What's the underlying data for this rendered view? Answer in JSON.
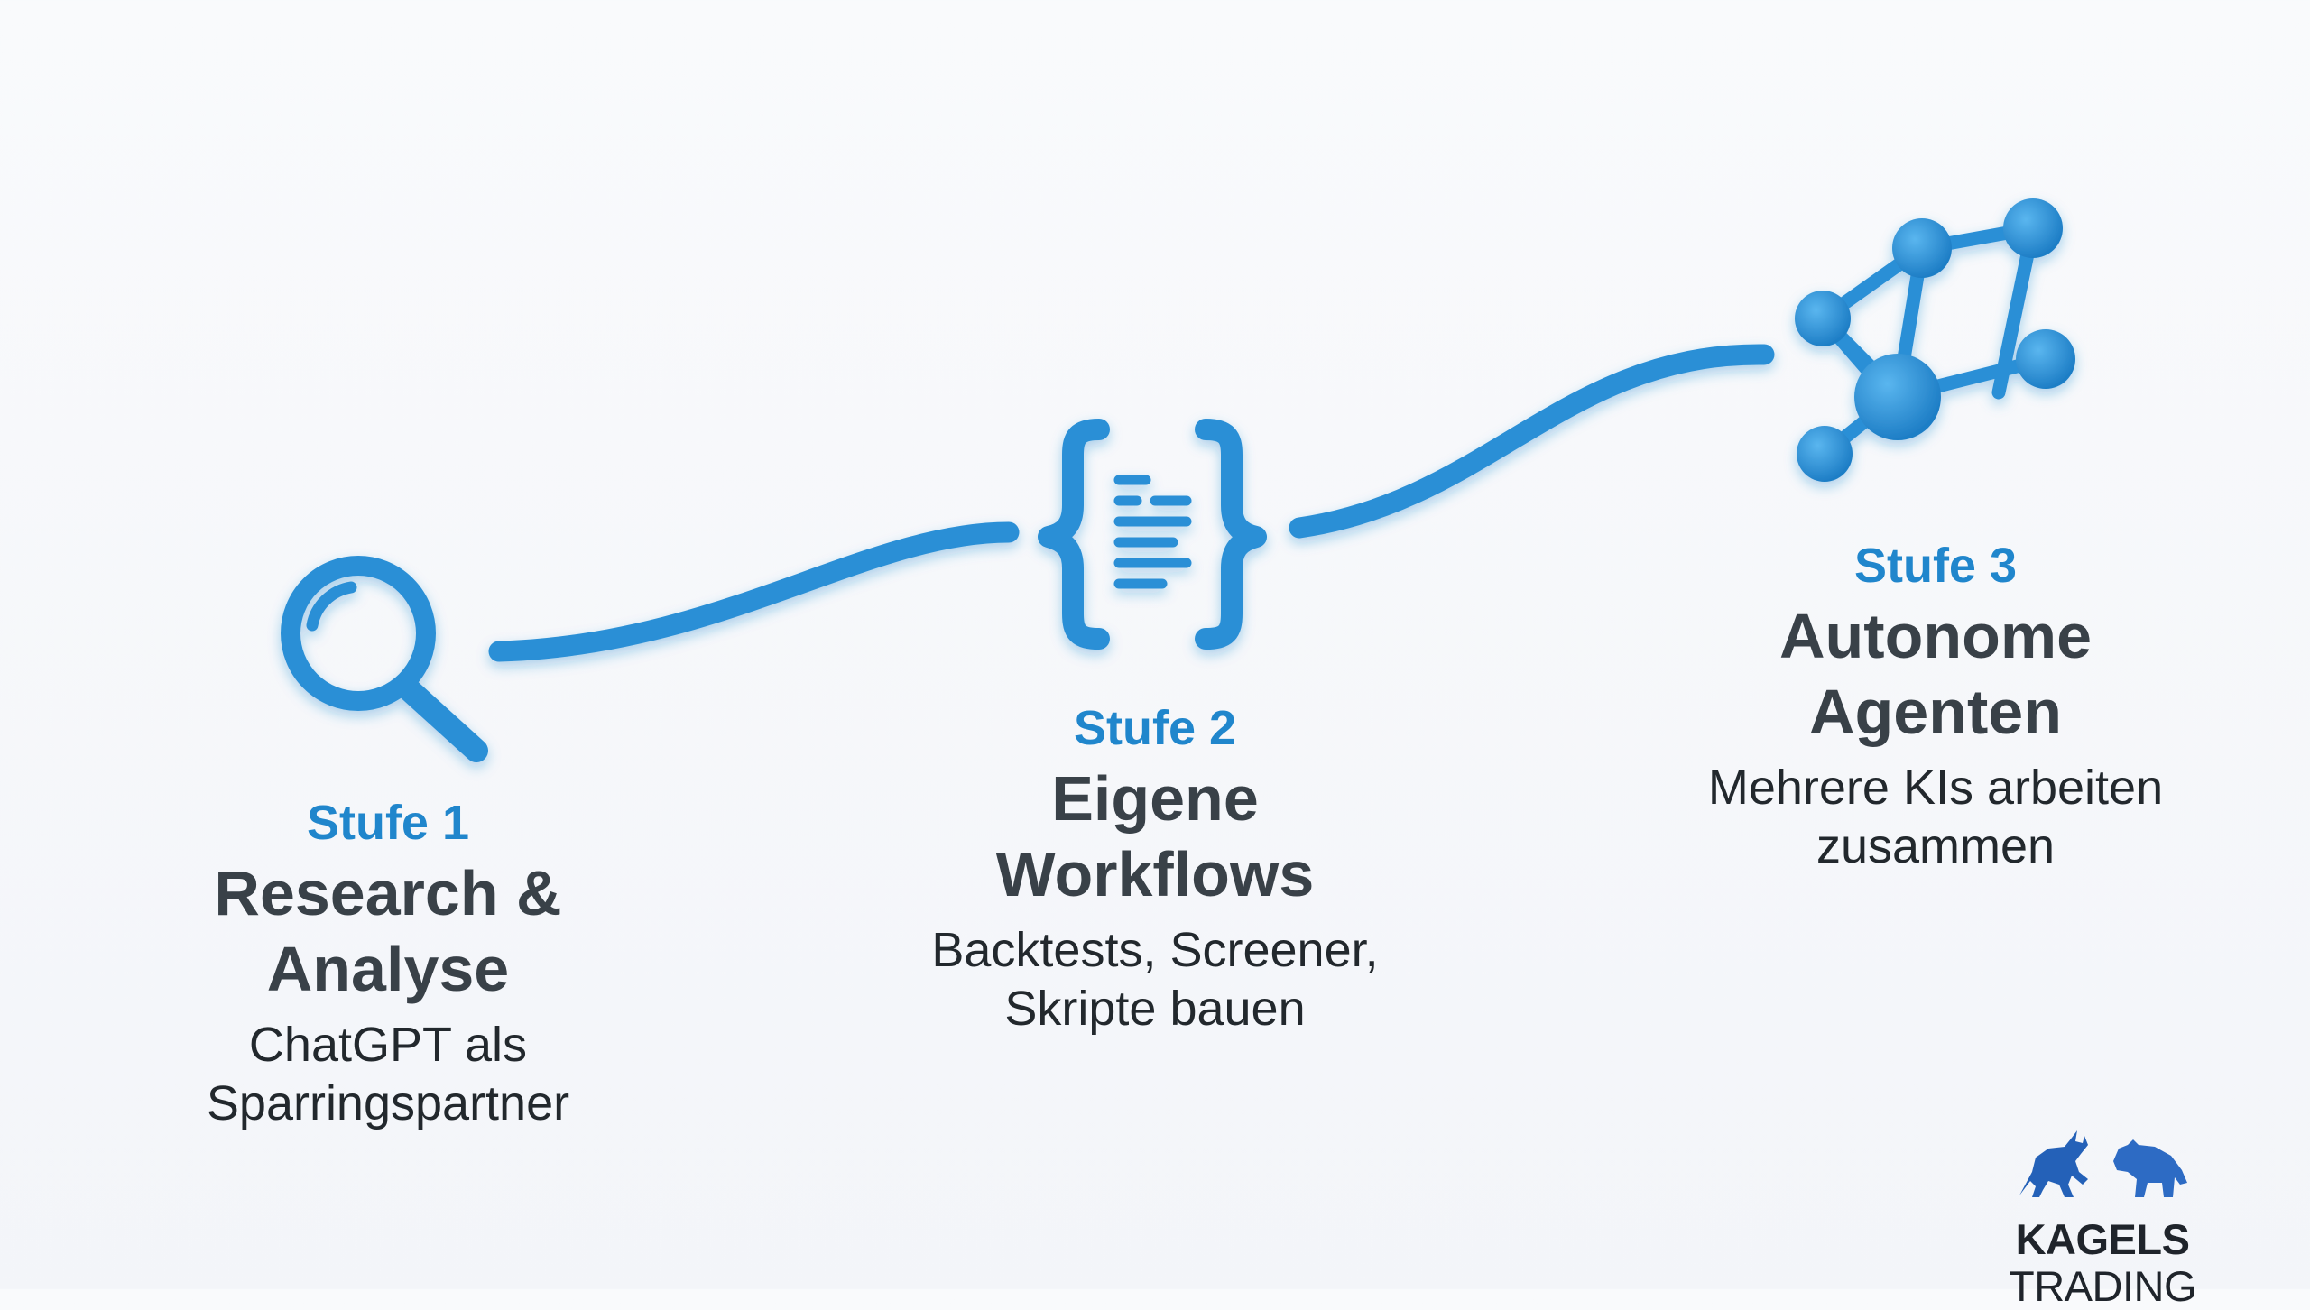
{
  "colors": {
    "accent": "#2086cc",
    "title": "#394148",
    "text": "#22282d",
    "brand_blue": "#2461b8"
  },
  "stages": [
    {
      "label": "Stufe 1",
      "title_lines": [
        "Research &",
        "Analyse"
      ],
      "desc_lines": [
        "ChatGPT als",
        "Sparringspartner"
      ],
      "icon": "magnifier-icon"
    },
    {
      "label": "Stufe 2",
      "title_lines": [
        "Eigene",
        "Workflows"
      ],
      "desc_lines": [
        "Backtests, Screener,",
        "Skripte bauen"
      ],
      "icon": "code-braces-icon"
    },
    {
      "label": "Stufe 3",
      "title_lines": [
        "Autonome",
        "Agenten"
      ],
      "desc_lines": [
        "Mehrere KIs arbeiten",
        "zusammen"
      ],
      "icon": "network-icon"
    }
  ],
  "brand": {
    "name_bold": "KAGELS",
    "name_light": "TRADING",
    "icons": [
      "bull-icon",
      "bear-icon"
    ]
  }
}
